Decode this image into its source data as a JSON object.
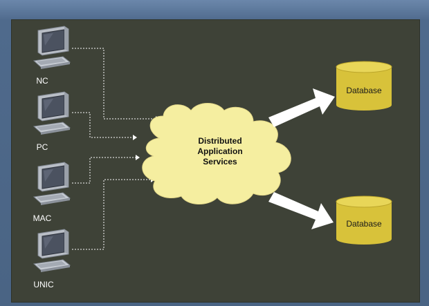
{
  "diagram": {
    "clients": [
      {
        "label": "NC",
        "icon": "computer-icon"
      },
      {
        "label": "PC",
        "icon": "computer-icon"
      },
      {
        "label": "MAC",
        "icon": "computer-icon"
      },
      {
        "label": "UNIC",
        "icon": "computer-icon"
      }
    ],
    "center": {
      "line1": "Distributed",
      "line2": "Application",
      "line3": "Services",
      "shape": "cloud",
      "color": "#f5eea0"
    },
    "databases": [
      {
        "label": "Database",
        "color": "#d8c23a"
      },
      {
        "label": "Database",
        "color": "#d8c23a"
      }
    ],
    "colors": {
      "background": "#3e4237",
      "frame": "#4f6a8c",
      "connector": "#ffffff",
      "arrow": "#ffffff"
    }
  }
}
